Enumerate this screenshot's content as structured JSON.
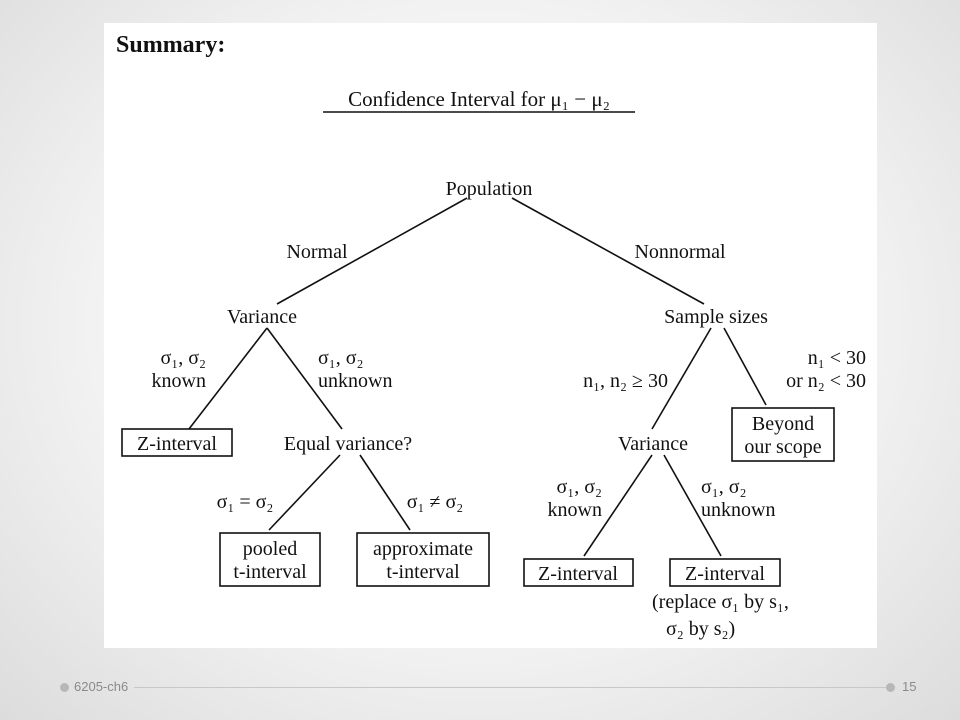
{
  "slide": {
    "heading": "Summary:",
    "title": "Confidence Interval for μ₁ − μ₂"
  },
  "tree": {
    "root": "Population",
    "edges": {
      "normal": "Normal",
      "nonnormal": "Nonnormal",
      "known_sym": "σ₁, σ₂",
      "known": "known",
      "unknown_sym": "σ₁, σ₂",
      "unknown": "unknown",
      "equal_cond": "σ₁ = σ₂",
      "unequal_cond": "σ₁ ≠ σ₂",
      "large_n": "n₁, n₂ ≥ 30",
      "small_n1": "n₁ < 30",
      "small_n2": "or n₂ < 30",
      "right_known_sym": "σ₁, σ₂",
      "right_known": "known",
      "right_unknown_sym": "σ₁, σ₂",
      "right_unknown": "unknown"
    },
    "nodes": {
      "variance_left": "Variance",
      "sample_sizes": "Sample sizes",
      "z_interval_left": "Z-interval",
      "equal_variance": "Equal variance?",
      "pooled_line1": "pooled",
      "pooled_line2": "t-interval",
      "approx_line1": "approximate",
      "approx_line2": "t-interval",
      "beyond_line1": "Beyond",
      "beyond_line2": "our scope",
      "variance_right": "Variance",
      "z_interval_known": "Z-interval",
      "z_interval_unknown": "Z-interval",
      "replace_note_line1": "(replace σ₁ by s₁,",
      "replace_note_line2": "σ₂ by s₂)"
    }
  },
  "footer": {
    "left": "6205-ch6",
    "page": "15"
  }
}
